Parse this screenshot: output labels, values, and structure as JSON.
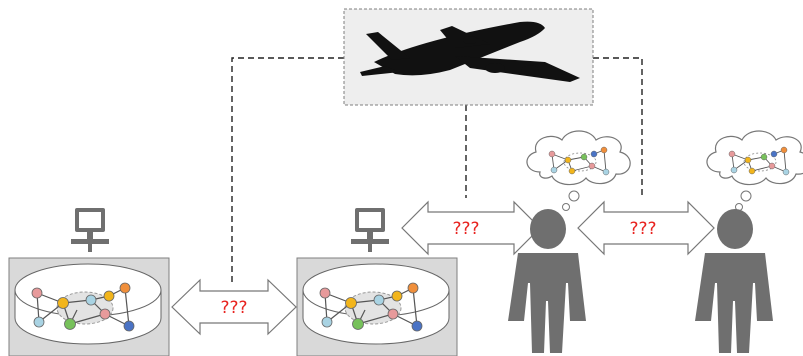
{
  "links": [
    {
      "id": "db-to-db",
      "label": "???"
    },
    {
      "id": "db-to-person",
      "label": "???"
    },
    {
      "id": "person-to-person",
      "label": "???"
    }
  ],
  "colors": {
    "question_marks": "#e8231f",
    "box_fill": "#d9d9d9",
    "box_stroke": "#7f7f7f",
    "person_fill": "#6f6f6f",
    "airplane_fill": "#111111",
    "airplane_box_fill": "#eeeeee",
    "dashed_line": "#222222",
    "node_colors": [
      "#e79a9b",
      "#f2b51c",
      "#a9d3e3",
      "#f08f3b",
      "#77c15b",
      "#4a73c5"
    ]
  },
  "icons": [
    "airplane-icon",
    "computer-icon",
    "database-cylinder-icon",
    "knowledge-graph-icon",
    "person-icon",
    "thought-bubble-icon",
    "double-arrow-icon"
  ]
}
